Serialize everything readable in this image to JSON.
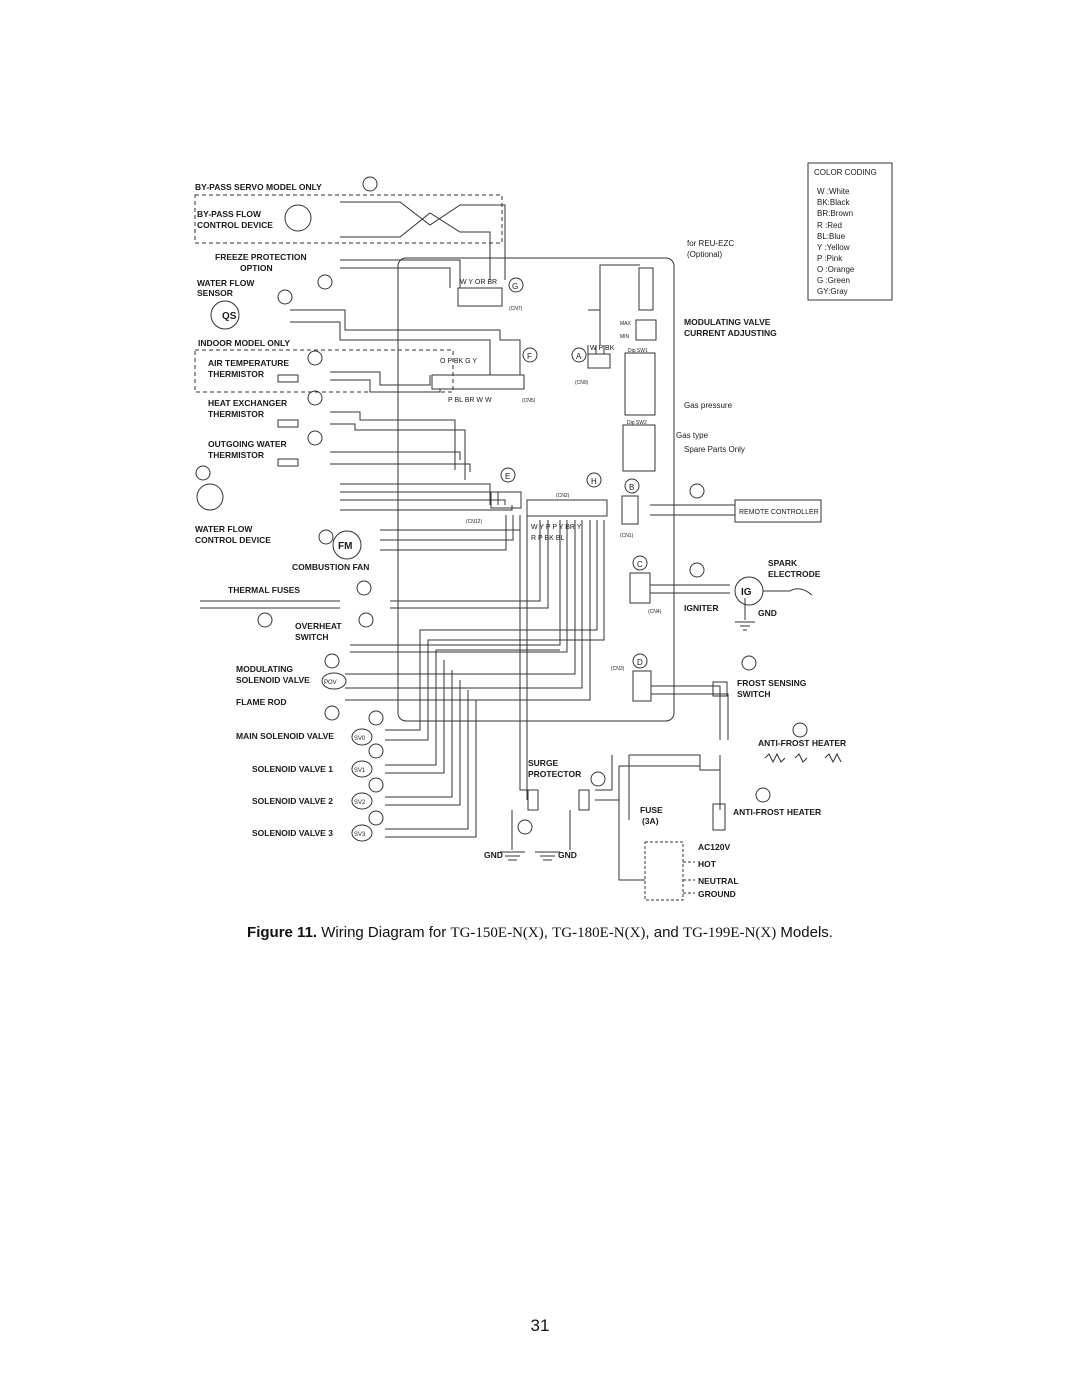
{
  "figure": {
    "caption_label": "Figure 11.",
    "caption_pre": " Wiring Diagram for ",
    "model_1": "TG-150E-N(X)",
    "sep_1": ", ",
    "model_2": "TG-180E-N(X)",
    "sep_2": ", and ",
    "model_3": "TG-199E-N(X)",
    "caption_post": " Models."
  },
  "page_number": "31",
  "diagram": {
    "bypass_box_title": "BY-PASS SERVO MODEL ONLY",
    "bypass_device": [
      "BY-PASS FLOW",
      "CONTROL DEVICE"
    ],
    "freeze_protection": [
      "FREEZE PROTECTION",
      "OPTION"
    ],
    "water_flow_sensor": [
      "WATER FLOW",
      "SENSOR"
    ],
    "indoor_model_only": "INDOOR MODEL ONLY",
    "air_temp_thermistor": [
      "AIR TEMPERATURE",
      "THERMISTOR"
    ],
    "heat_exchanger_thermistor": [
      "HEAT EXCHANGER",
      "THERMISTOR"
    ],
    "outgoing_water_thermistor": [
      "OUTGOING WATER",
      "THERMISTOR"
    ],
    "water_flow_control_device": [
      "WATER FLOW",
      "CONTROL DEVICE"
    ],
    "combustion_fan": "COMBUSTION FAN",
    "thermal_fuses": "THERMAL FUSES",
    "overheat_switch": [
      "OVERHEAT",
      "SWITCH"
    ],
    "modulating_solenoid_valve": [
      "MODULATING",
      "SOLENOID VALVE"
    ],
    "flame_rod": "FLAME ROD",
    "main_solenoid_valve": "MAIN SOLENOID VALVE",
    "solenoid_valve_1": "SOLENOID VALVE 1",
    "solenoid_valve_2": "SOLENOID VALVE 2",
    "solenoid_valve_3": "SOLENOID VALVE 3",
    "for_reu_ezc": [
      "for REU-EZC",
      "(Optional)"
    ],
    "modulating_valve_current": [
      "MODULATING VALVE",
      "CURRENT ADJUSTING"
    ],
    "gas_pressure": "Gas pressure",
    "gas_type": "Gas type",
    "spare_parts_only": "Spare Parts Only",
    "remote_controller": "REMOTE CONTROLLER",
    "spark_electrode": [
      "SPARK",
      "ELECTRODE"
    ],
    "igniter": "IGNITER",
    "gnd": "GND",
    "frost_sensing_switch": [
      "FROST SENSING",
      "SWITCH"
    ],
    "anti_frost_heater": "ANTI-FROST HEATER",
    "surge_protector": [
      "SURGE",
      "PROTECTOR"
    ],
    "fuse": [
      "FUSE",
      "(3A)"
    ],
    "ac120v": "AC120V",
    "hot": "HOT",
    "neutral": "NEUTRAL",
    "ground": "GROUND",
    "max": "MAX",
    "min": "MIN",
    "dip_sw1": "Dip SW1",
    "dip_sw2": "Dip SW2",
    "cn_labels": [
      "(CN7)",
      "(CN9)",
      "(CN5)",
      "(CN12)",
      "(CN2)",
      "(CN1)",
      "(CN4)",
      "(CN3)"
    ],
    "connector_letters": [
      "G",
      "A",
      "F",
      "E",
      "H",
      "B",
      "C",
      "D"
    ],
    "qs": "QS",
    "fm": "FM",
    "ig": "IG",
    "valve_tags": [
      "POV",
      "SV0",
      "SV1",
      "SV2",
      "SV3"
    ],
    "cn7_colors": "W Y OR BR",
    "cn5_top": "O        P BK    G Y",
    "cn5_bottom": "P  BL  BR     W W",
    "cn2_colors_top": "W  Y  P  P  Y  BR  Y",
    "cn2_colors_bottom": "R    P   BK BL",
    "cn9_colors": "W P BK",
    "color_coding": {
      "title": "COLOR CODING",
      "entries": [
        "W :White",
        "BK:Black",
        "BR:Brown",
        "R :Red",
        "BL:Blue",
        "Y :Yellow",
        "P :Pink",
        "O :Orange",
        "G :Green",
        "GY:Gray"
      ]
    }
  }
}
